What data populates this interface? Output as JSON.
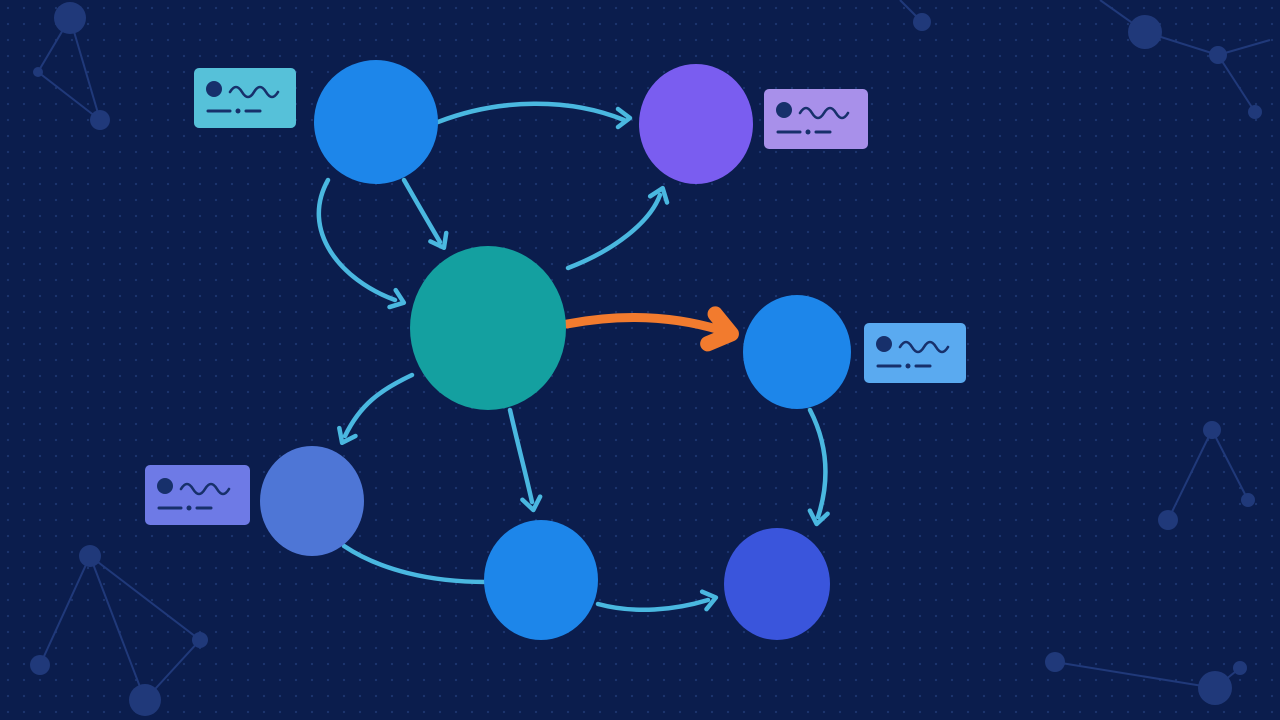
{
  "theme": {
    "background": "#0b1d4d",
    "dot_grid": "#1d3570",
    "decor_lines": "#20397a",
    "edge_default": "#4ab8e0",
    "edge_highlight": "#f27b2e"
  },
  "nodes": [
    {
      "id": "n1",
      "color": "#1d86ea",
      "card": true,
      "card_color": "#56c1d9"
    },
    {
      "id": "n2",
      "color": "#7a5df0",
      "card": true,
      "card_color": "#a890ea"
    },
    {
      "id": "n3",
      "color": "#14a0a0",
      "card": false
    },
    {
      "id": "n4",
      "color": "#1d86ea",
      "card": true,
      "card_color": "#5aaaf0"
    },
    {
      "id": "n5",
      "color": "#4e76d6",
      "card": true,
      "card_color": "#6e7ae6"
    },
    {
      "id": "n6",
      "color": "#1d86ea",
      "card": false
    },
    {
      "id": "n7",
      "color": "#3a55dc",
      "card": false
    }
  ],
  "edges": [
    {
      "from": "n1",
      "to": "n2",
      "highlight": false
    },
    {
      "from": "n1",
      "to": "n3",
      "highlight": false
    },
    {
      "from": "n1",
      "to": "n3",
      "highlight": false
    },
    {
      "from": "n3",
      "to": "n2",
      "highlight": false
    },
    {
      "from": "n3",
      "to": "n4",
      "highlight": true
    },
    {
      "from": "n3",
      "to": "n5",
      "highlight": false
    },
    {
      "from": "n3",
      "to": "n6",
      "highlight": false
    },
    {
      "from": "n4",
      "to": "n7",
      "highlight": false
    },
    {
      "from": "n5",
      "to": "n6",
      "highlight": false
    },
    {
      "from": "n6",
      "to": "n7",
      "highlight": false
    }
  ]
}
